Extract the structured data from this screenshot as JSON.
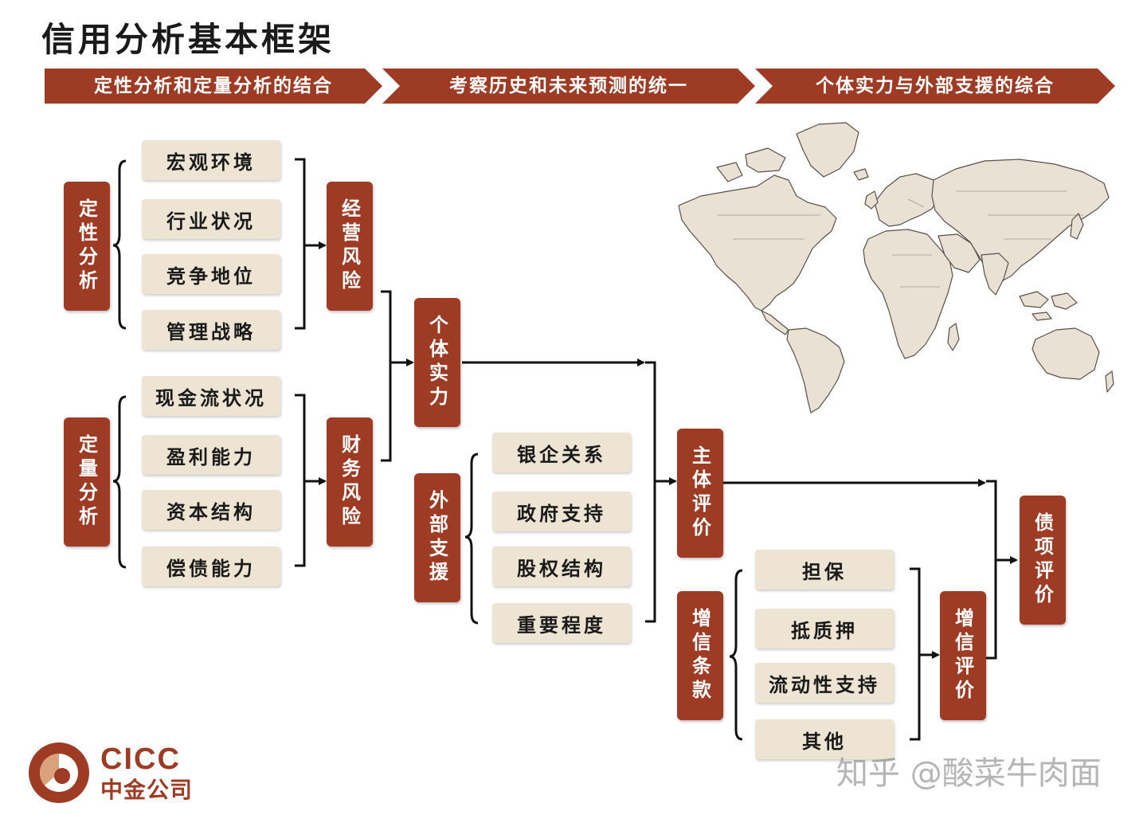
{
  "title": "信用分析基本框架",
  "banners": [
    "定性分析和定量分析的结合",
    "考察历史和未来预测的统一",
    "个体实力与外部支援的综合"
  ],
  "qualitative": {
    "label": "定性分析",
    "items": [
      "宏观环境",
      "行业状况",
      "竞争地位",
      "管理战略"
    ]
  },
  "quantitative": {
    "label": "定量分析",
    "items": [
      "现金流状况",
      "盈利能力",
      "资本结构",
      "偿债能力"
    ]
  },
  "business_risk": "经营风险",
  "financial_risk": "财务风险",
  "individual_strength": "个体实力",
  "external_support": {
    "label": "外部支援",
    "items": [
      "银企关系",
      "政府支持",
      "股权结构",
      "重要程度"
    ]
  },
  "entity_rating": "主体评价",
  "credit_enhancement": {
    "label": "增信条款",
    "items": [
      "担保",
      "抵质押",
      "流动性支持",
      "其他"
    ]
  },
  "enhancement_rating": "增信评价",
  "bond_rating": "债项评价",
  "logo": {
    "en": "CICC",
    "cn": "中金公司"
  },
  "watermark": "知乎 @酸菜牛肉面",
  "colors": {
    "accent": "#9e3b24",
    "box_fill": "#ede4d3",
    "map_fill": "#e9e1d3"
  }
}
